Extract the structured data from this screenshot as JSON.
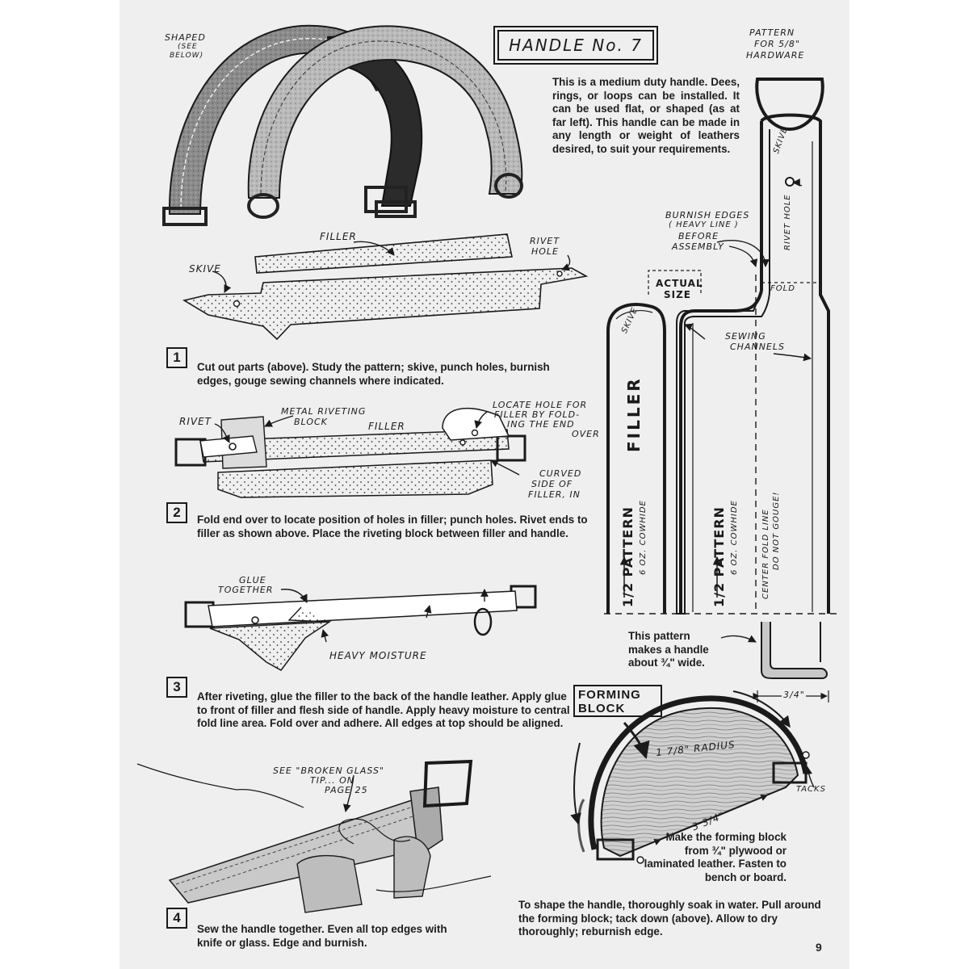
{
  "title": "HANDLE No. 7",
  "intro": "This is a medium duty handle. Dees, rings, or loops can be installed. It can be used flat, or shaped (as at far left). This handle can be made in any length or weight of leathers desired, to suit your requirements.",
  "labels": {
    "shaped_1": "SHAPED",
    "shaped_2": "(SEE",
    "shaped_3": "BELOW)",
    "pattern_1": "PATTERN",
    "pattern_2": "FOR 5/8\"",
    "pattern_3": "HARDWARE",
    "filler": "FILLER",
    "rivet_hole_1": "RIVET",
    "rivet_hole_2": "HOLE",
    "skive": "SKIVE",
    "rivet": "RIVET",
    "metal_block_1": "METAL RIVETING",
    "metal_block_2": "BLOCK",
    "filler_2": "FILLER",
    "locate_1": "LOCATE HOLE FOR",
    "locate_2": "FILLER BY FOLD-",
    "locate_3": "ING THE END",
    "locate_4": "OVER",
    "curved_1": "CURVED",
    "curved_2": "SIDE OF",
    "curved_3": "FILLER, IN",
    "glue_1": "GLUE",
    "glue_2": "TOGETHER",
    "heavy_moisture": "HEAVY MOISTURE",
    "broken_1": "SEE \"BROKEN GLASS\"",
    "broken_2": "TIP... ON",
    "broken_3": "PAGE 25",
    "burnish_1": "BURNISH EDGES",
    "burnish_2": "( HEAVY LINE )",
    "burnish_3": "BEFORE",
    "burnish_4": "ASSEMBLY",
    "actual_1": "ACTUAL",
    "actual_2": "SIZE",
    "skive_top": "SKIVE",
    "skive_left": "SKIVE",
    "rivet_hole_v": "RIVET HOLE",
    "fold": "FOLD",
    "sewing_1": "SEWING",
    "sewing_2": "CHANNELS",
    "filler_big": "FILLER",
    "half_pattern_a": "1/2 PATTERN",
    "cowhide_a": "6 oz. COWHIDE",
    "half_pattern_b": "1/2 PATTERN",
    "cowhide_b": "6 oz. COWHIDE",
    "center_fold_1": "CENTER FOLD LINE",
    "center_fold_2": "DO NOT GOUGE!",
    "three_quarter": "3/4\"",
    "forming_1": "FORMING",
    "forming_2": "BLOCK",
    "radius": "1 7/8\" RADIUS",
    "three_three_quarter": "3 3/4\"",
    "tacks": "TACKS"
  },
  "pattern_note": "This pattern makes a handle about ¾\" wide.",
  "steps": [
    {
      "num": "1",
      "text": "Cut out parts (above). Study the pattern; skive, punch holes, burnish edges, gouge sewing channels where indicated."
    },
    {
      "num": "2",
      "text": "Fold end over to locate position of holes in filler; punch holes. Rivet ends to filler as shown above. Place the riveting block between filler and handle."
    },
    {
      "num": "3",
      "text": "After riveting, glue the filler to the back of the handle leather. Apply glue to front of filler and flesh side of handle. Apply heavy moisture to central fold line area. Fold over and adhere. All edges at top should be aligned."
    },
    {
      "num": "4",
      "text": "Sew the handle together. Even all top edges with knife or glass. Edge and burnish."
    }
  ],
  "forming_note": "Make the forming block from ¾\" plywood or laminated leather. Fasten to bench or board.",
  "shape_note": "To shape the handle, thoroughly soak in water. Pull around the forming block; tack down (above). Allow to dry thoroughly; reburnish edge.",
  "page_number": "9"
}
